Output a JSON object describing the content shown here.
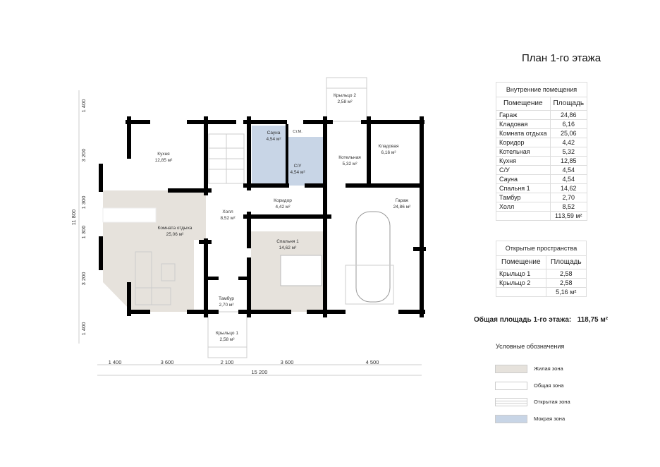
{
  "title": "План 1-го этажа",
  "inner": {
    "caption": "Внутренние помещения",
    "col_room": "Помещение",
    "col_area": "Площадь",
    "rows": [
      [
        "Гараж",
        "24,86"
      ],
      [
        "Кладовая",
        "6,16"
      ],
      [
        "Комната отдыха",
        "25,06"
      ],
      [
        "Коридор",
        "4,42"
      ],
      [
        "Котельная",
        "5,32"
      ],
      [
        "Кухня",
        "12,85"
      ],
      [
        "С/У",
        "4,54"
      ],
      [
        "Сауна",
        "4,54"
      ],
      [
        "Спальня 1",
        "14,62"
      ],
      [
        "Тамбур",
        "2,70"
      ],
      [
        "Холл",
        "8,52"
      ]
    ],
    "total": "113,59 м²"
  },
  "open": {
    "caption": "Открытые пространства",
    "col_room": "Помещение",
    "col_area": "Площадь",
    "rows": [
      [
        "Крыльцо 1",
        "2,58"
      ],
      [
        "Крыльцо 2",
        "2,58"
      ]
    ],
    "total": "5,16 м²"
  },
  "total_area": {
    "label": "Общая площадь 1-го этажа:",
    "value": "118,75 м²"
  },
  "legend": {
    "title": "Условные обозначения",
    "items": [
      {
        "label": "Жилая зона",
        "color": "#e6e2dc"
      },
      {
        "label": "Общая зона",
        "color": "#ffffff"
      },
      {
        "label": "Открытая зона",
        "color": "#ffffff"
      },
      {
        "label": "Мокрая зона",
        "color": "#c8d5e6"
      }
    ]
  },
  "rooms": {
    "kitchen": {
      "name": "Кухня",
      "area": "12,85 м²"
    },
    "living": {
      "name": "Комната отдыха",
      "area": "25,06 м²"
    },
    "hall": {
      "name": "Холл",
      "area": "8,52 м²"
    },
    "sauna": {
      "name": "Сауна",
      "area": "4,54 м²"
    },
    "wc": {
      "name": "С/У",
      "area": "4,54 м²"
    },
    "stm": {
      "name": "Ст.М."
    },
    "boiler": {
      "name": "Котельная",
      "area": "5,32 м²"
    },
    "storage": {
      "name": "Кладовая",
      "area": "6,16 м²"
    },
    "corridor": {
      "name": "Коридор",
      "area": "4,42 м²"
    },
    "garage": {
      "name": "Гараж",
      "area": "24,86 м²"
    },
    "bedroom": {
      "name": "Спальня 1",
      "area": "14,62 м²"
    },
    "tambur": {
      "name": "Тамбур",
      "area": "2,70 м²"
    },
    "porch1": {
      "name": "Крыльцо 1",
      "area": "2,58 м²"
    },
    "porch2": {
      "name": "Крыльцо 2",
      "area": "2,58 м²"
    }
  },
  "dims": {
    "v": [
      "1 400",
      "3 200",
      "1 300",
      "1 300",
      "3 200",
      "1 400"
    ],
    "v_total": "11 800",
    "h": [
      "1 400",
      "3 600",
      "2 100",
      "3 600",
      "4 500"
    ],
    "h_total": "15 200"
  }
}
